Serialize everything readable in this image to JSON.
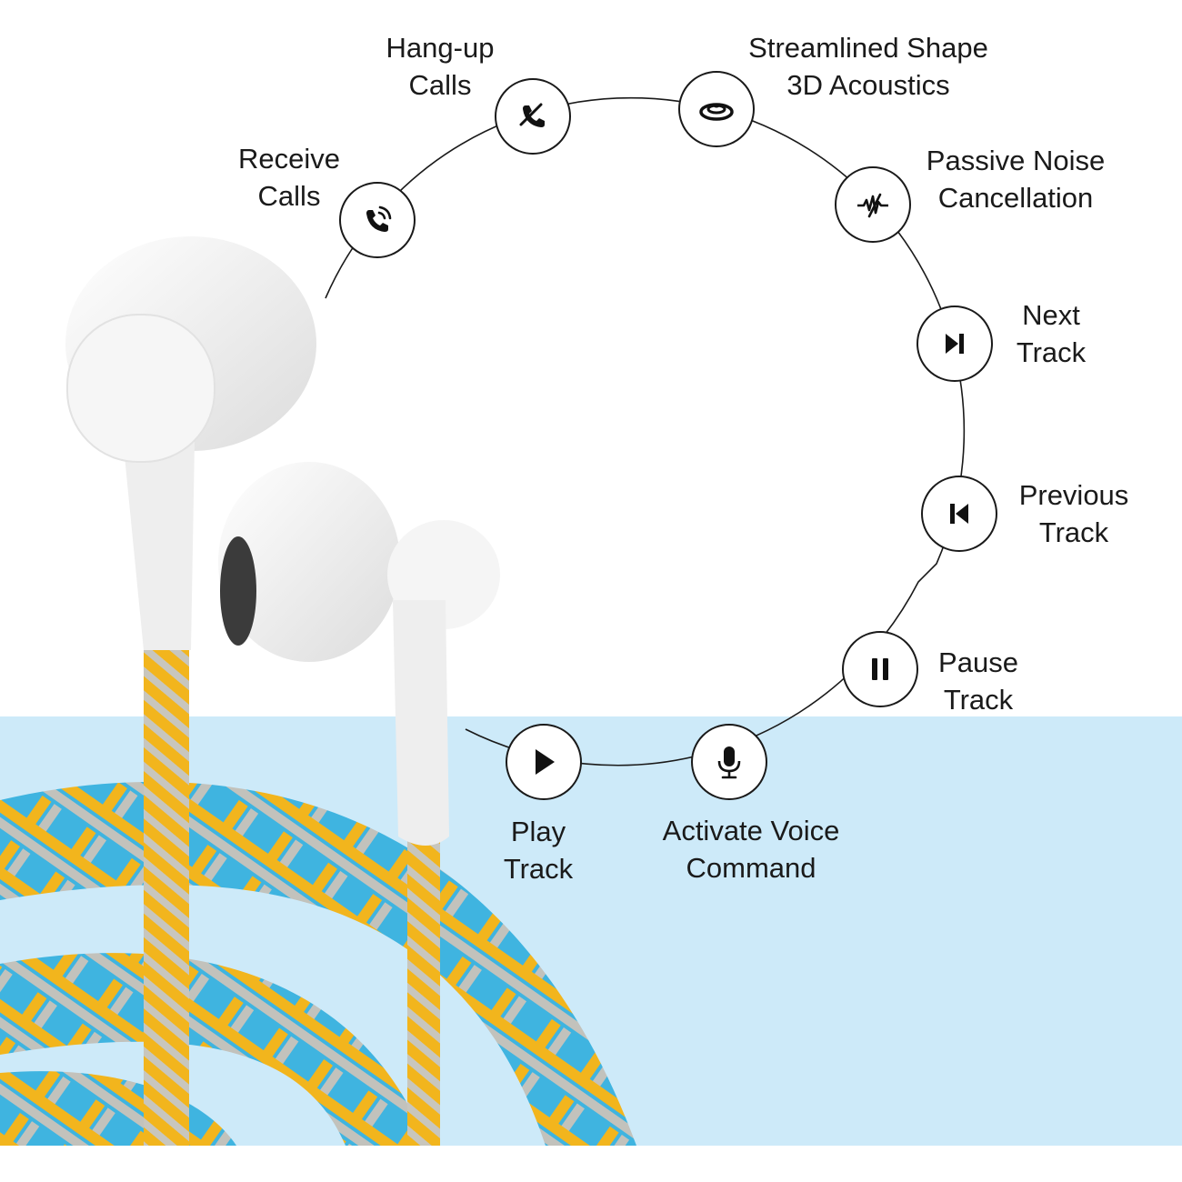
{
  "colors": {
    "background": "#ffffff",
    "band": "#cdeaf9",
    "line": "#1a1a1a",
    "cable_yellow": "#f2b51d",
    "cable_grey": "#b9b9b4",
    "cable_blue": "#3fb4e0"
  },
  "features": [
    {
      "id": "receive-calls",
      "icon": "phone-ring-icon",
      "lines": [
        "Receive",
        "Calls"
      ]
    },
    {
      "id": "hang-up-calls",
      "icon": "phone-hangup-icon",
      "lines": [
        "Hang-up",
        "Calls"
      ]
    },
    {
      "id": "streamlined-shape",
      "icon": "acoustics-icon",
      "lines": [
        "Streamlined Shape",
        "3D Acoustics"
      ]
    },
    {
      "id": "passive-noise-cancellation",
      "icon": "noise-cancel-icon",
      "lines": [
        "Passive Noise",
        "Cancellation"
      ]
    },
    {
      "id": "next-track",
      "icon": "next-track-icon",
      "lines": [
        "Next",
        "Track"
      ]
    },
    {
      "id": "previous-track",
      "icon": "previous-track-icon",
      "lines": [
        "Previous",
        "Track"
      ]
    },
    {
      "id": "pause-track",
      "icon": "pause-icon",
      "lines": [
        "Pause",
        "Track"
      ]
    },
    {
      "id": "activate-voice-command",
      "icon": "microphone-icon",
      "lines": [
        "Activate Voice",
        "Command"
      ]
    },
    {
      "id": "play-track",
      "icon": "play-icon",
      "lines": [
        "Play",
        "Track"
      ]
    }
  ]
}
